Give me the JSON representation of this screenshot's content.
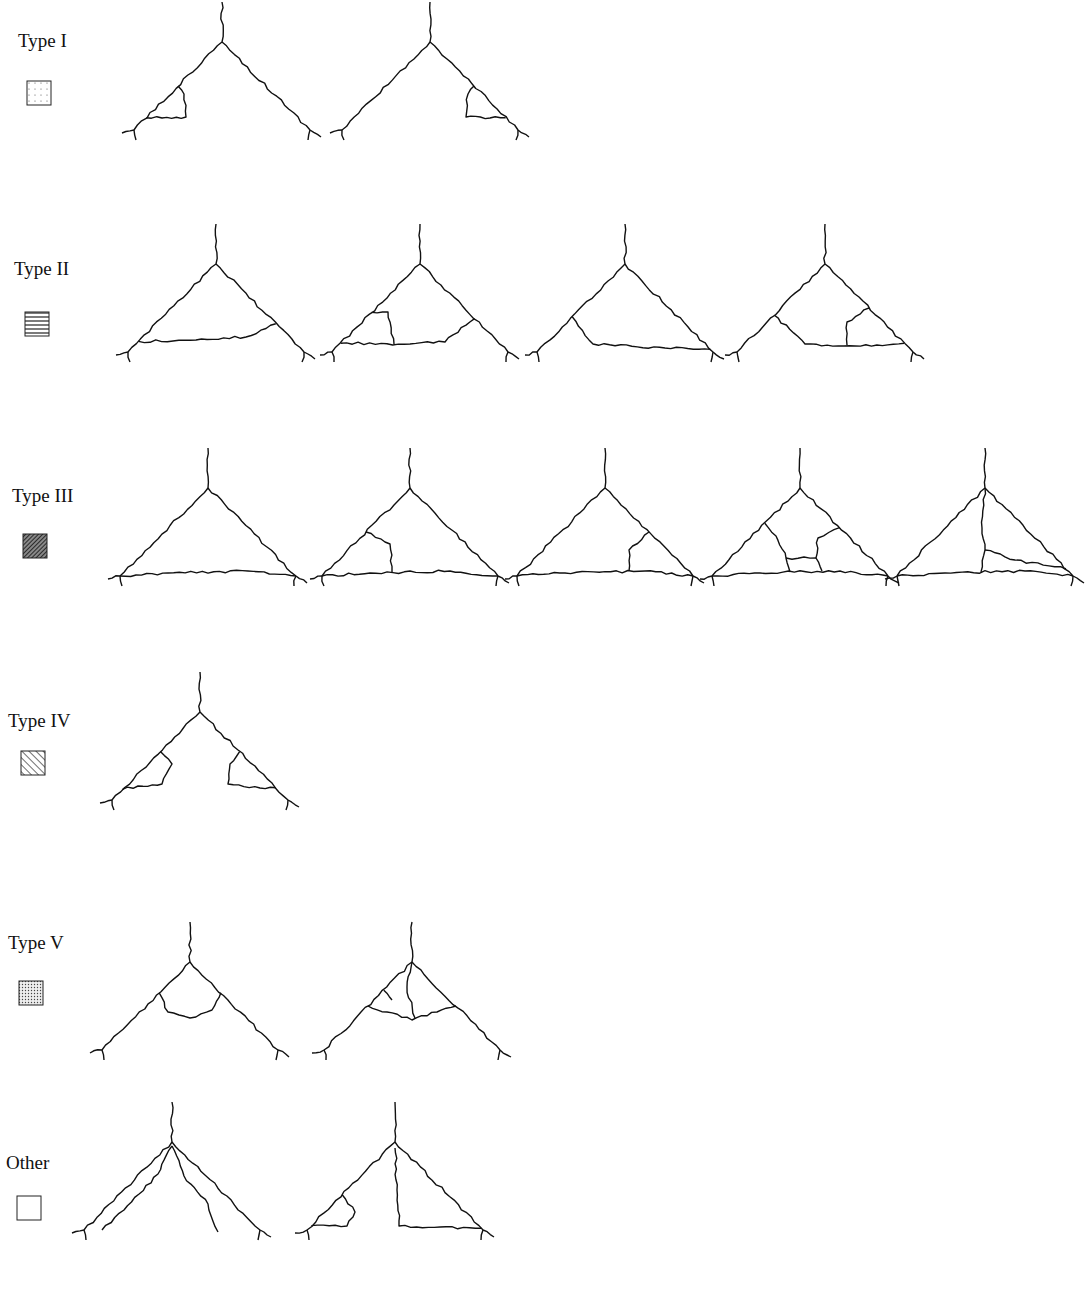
{
  "diagram": {
    "legend": [
      {
        "text": "Type I"
      },
      {
        "text": "Type II"
      },
      {
        "text": "Type III"
      },
      {
        "text": "Type IV"
      },
      {
        "text": "Type V"
      },
      {
        "text": "Other"
      }
    ]
  }
}
